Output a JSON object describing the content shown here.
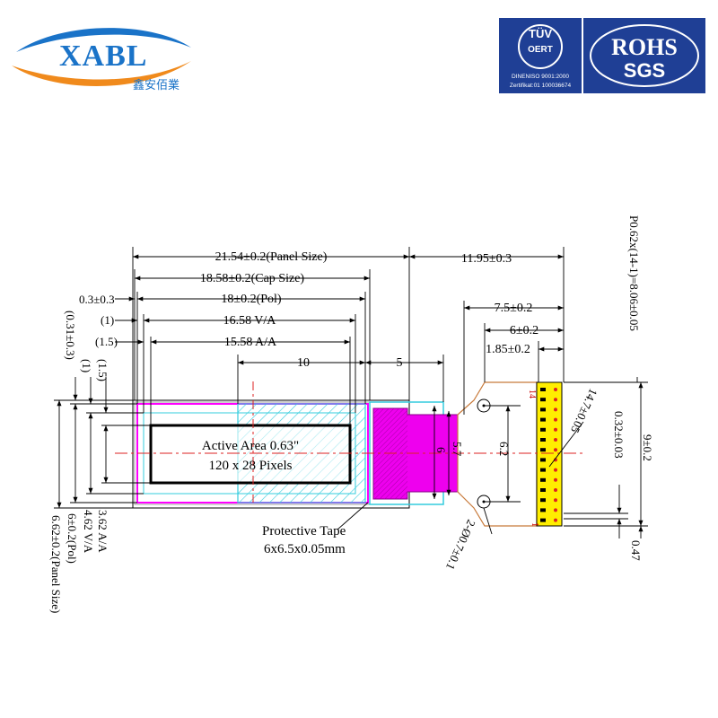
{
  "header": {
    "brand": "XABL",
    "brand_cn": "鑫安佰業",
    "tuv": {
      "title": "TÜV",
      "sub": "OERT",
      "line1": "DINENISO 9001:2000",
      "line2": "Zertifikat:01   100036674"
    },
    "rohs": {
      "line1": "ROHS",
      "line2": "SGS"
    }
  },
  "colors": {
    "brand": "#1a73c8",
    "badge": "#1f3f95",
    "pol": "#ff00ff",
    "active_area_hatch": "#33ccdd",
    "fpc": "#ffee00",
    "centerline": "#dd2222"
  },
  "dims": {
    "panel_size_w": "21.54±0.2(Panel Size)",
    "cap_size_w": "18.58±0.2(Cap Size)",
    "pol_w": "18±0.2(Pol)",
    "left_offset": "0.3±0.3",
    "one": "(1)",
    "one_five": "(1.5)",
    "va_w": "16.58 V/A",
    "aa_w": "15.58 A/A",
    "ten": "10",
    "five": "5",
    "tail_len": "11.95±0.3",
    "fpc_75": "7.5±0.2",
    "fpc_6": "6±0.2",
    "fpc_185": "1.85±0.2",
    "pitch": "P0.62x(14-1)=8.06±0.05",
    "left_031": "(0.31±0.3)",
    "left_1": "(1)",
    "left_15": "(1.5)",
    "aa_h": "3.62 A/A",
    "va_h": "4.62 V/A",
    "pol_h": "6±0.2(Pol)",
    "panel_h": "6.62±0.2(Panel Size)",
    "six": "6",
    "fiftyseven": "5.7",
    "sixtwo": "6.2",
    "fpc_w": "14.7±0.05",
    "pin_w": "0.32±0.03",
    "hole": "2-Ø0.7±0.1",
    "total_h": "9±0.2",
    "bottom": "0.47",
    "pin1": "1",
    "pin14": "14"
  },
  "labels": {
    "active_area_line1": "Active Area 0.63\"",
    "active_area_line2": "120 x 28 Pixels",
    "tape_line1": "Protective Tape",
    "tape_line2": "6x6.5x0.05mm"
  }
}
